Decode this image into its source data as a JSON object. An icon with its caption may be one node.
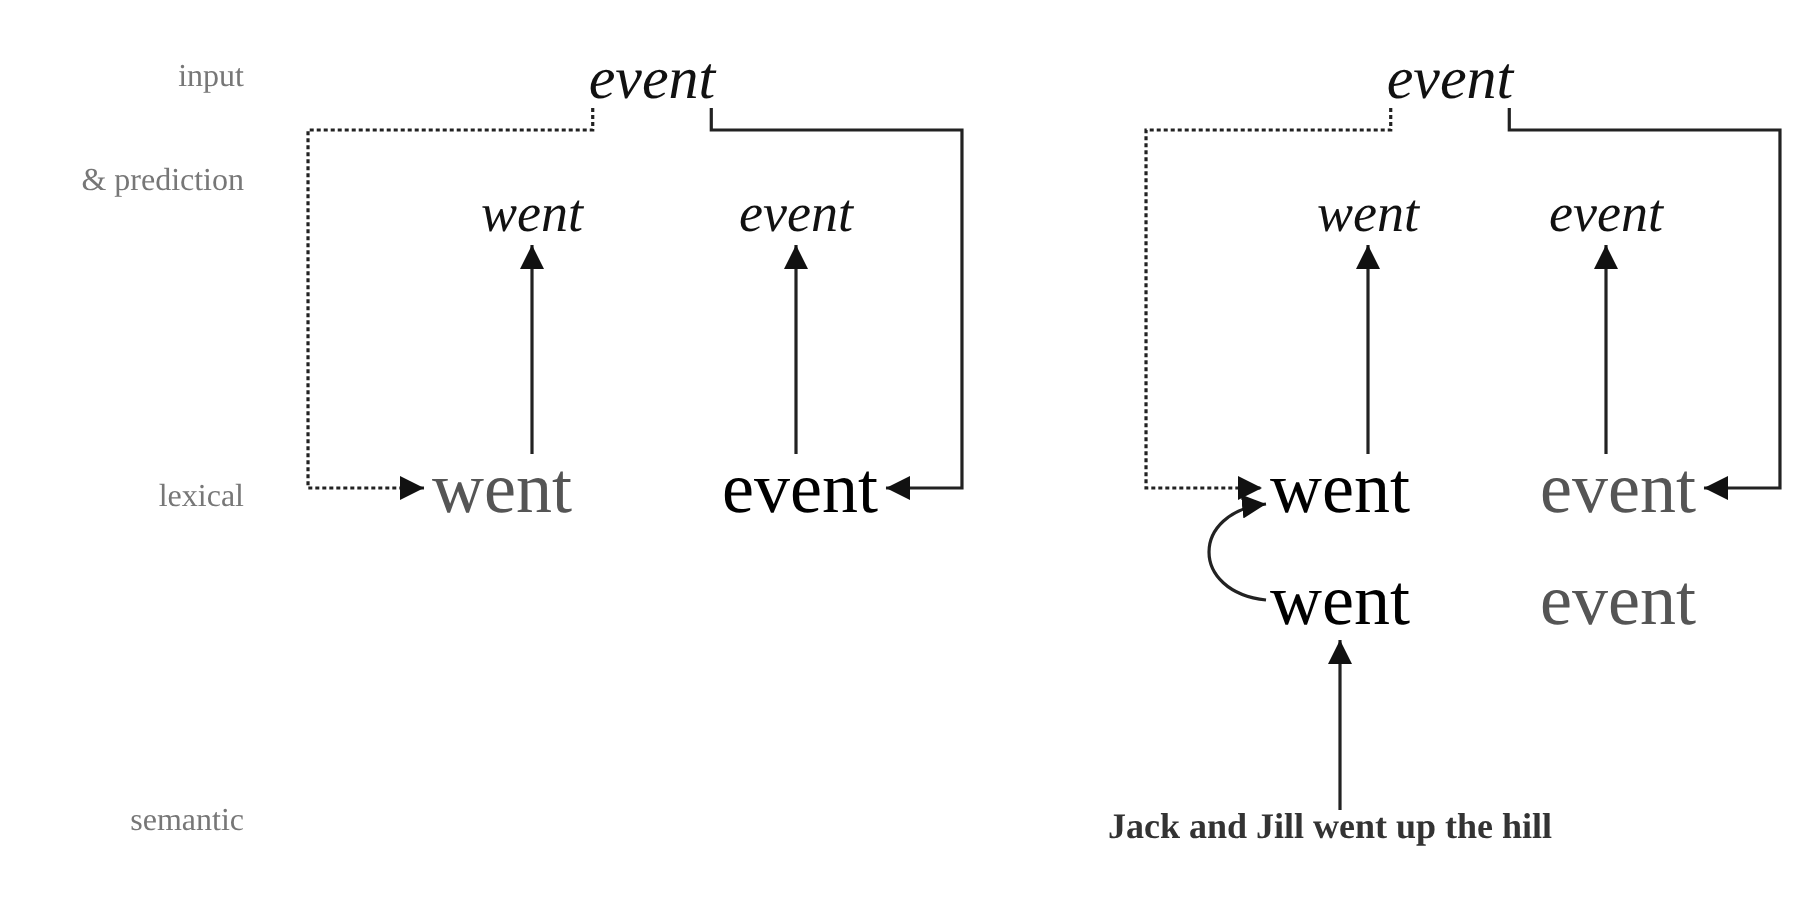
{
  "diagram": {
    "nodes": [
      {
        "text": [
          "event"
        ]
      },
      {
        "text": [
          "went"
        ]
      },
      {
        "text": [
          "event"
        ]
      },
      {
        "text": [
          "went"
        ]
      },
      {
        "text": [
          "event"
        ]
      },
      {
        "text": [
          "event"
        ]
      },
      {
        "text": [
          "went"
        ]
      },
      {
        "text": [
          "event"
        ]
      },
      {
        "text": [
          "went"
        ]
      },
      {
        "text": [
          "event"
        ]
      },
      {
        "text": [
          "went"
        ]
      },
      {
        "text": [
          "event"
        ]
      },
      {
        "text": [
          "Jack and Jill went up the hill"
        ]
      }
    ],
    "edges": [
      {
        "from": 0,
        "to": 3,
        "arrow": "to",
        "style": "dashed"
      },
      {
        "from": 0,
        "to": 4,
        "arrow": "to"
      },
      {
        "from": 3,
        "to": 1,
        "arrow": "to"
      },
      {
        "from": 4,
        "to": 2,
        "arrow": "to"
      },
      {
        "from": 5,
        "to": 8,
        "arrow": "to",
        "style": "dashed"
      },
      {
        "from": 5,
        "to": 9,
        "arrow": "to"
      },
      {
        "from": 8,
        "to": 6,
        "arrow": "to"
      },
      {
        "from": 9,
        "to": 7,
        "arrow": "to"
      },
      {
        "from": 10,
        "to": 8,
        "arrow": "to"
      },
      {
        "from": 12,
        "to": 10,
        "arrow": "to"
      }
    ],
    "labels": [
      "input",
      "& prediction",
      "lexical",
      "semantic"
    ]
  }
}
